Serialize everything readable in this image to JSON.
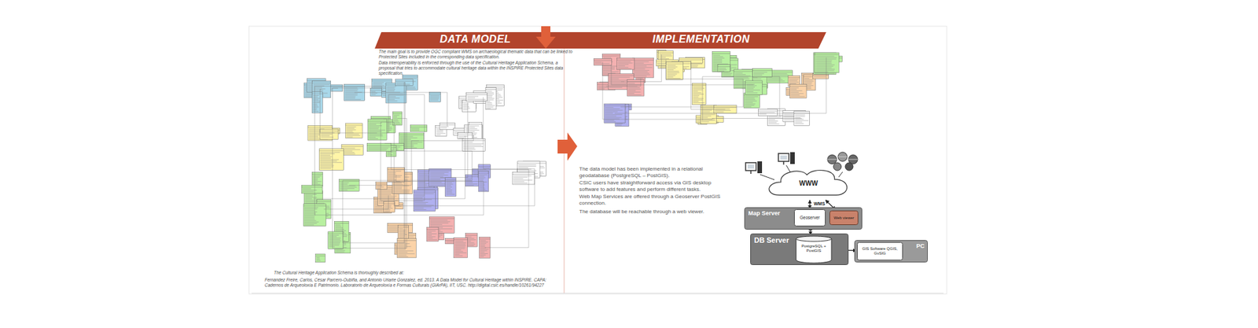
{
  "diagram": {
    "nodes": [
      {
        "text": [
          "DATA MODEL"
        ]
      },
      {
        "text": [
          "IMPLEMENTATION"
        ]
      },
      {
        "text": [
          "WWW"
        ]
      },
      {
        "text": [
          "Map Server"
        ]
      },
      {
        "text": [
          "Geoserver"
        ],
        "in": 3
      },
      {
        "text": [
          "Web viewer"
        ],
        "in": 3
      },
      {
        "text": [
          "DB Server"
        ]
      },
      {
        "text": [
          "PostgreSQL + PostGIS"
        ],
        "in": 6
      },
      {
        "text": [
          "PC"
        ]
      },
      {
        "text": [
          "GIS Software QGIS, GvSIG"
        ],
        "in": 8
      }
    ],
    "edges": [
      {
        "from": 2,
        "to": 4,
        "label": "WMS",
        "arrow": "both"
      },
      {
        "from": 5,
        "to": 2,
        "arrow": "both"
      },
      {
        "from": 4,
        "to": 7,
        "arrow": "both"
      },
      {
        "from": 7,
        "to": 9,
        "arrow": "to"
      }
    ],
    "labels": [
      "The main goal is to provide OGC compliant WMS on archaeological thematic data that can be linked to Protected Sites included in the corresponding data specification.",
      "Data interoperability is enforced through the use of the Cultural Heritage Application Schema, a proposal that tries to accommodate cultural heritage data within the INSPIRE Protected Sites data specification.",
      "The Cultural Heritage Application Schema is thoroughly described at:",
      "Fernández Freire, Carlos, César Parcero-Oubiña, and Antonio Uriarte González, ed. 2013. A Data Model for Cultural Heritage within INSPIRE. CAPA: Cadernos de Arqueoloxía E Patrimonio. Laboratorio de Arqueoloxía e Formas Culturais (GIArPA), IIT, USC. http://digital.csic.es/handle/10261/94227",
      "The data model has been implemented in a relational geodatabase (PostgreSQL – PostGIS).",
      "CSIC users have straightforward access via GIS desktop software to add features and perform different tasks.",
      "Web Map Services are offered through a Geoserver PostGIS connection.",
      "The database will be reachable through a web viewer."
    ]
  }
}
